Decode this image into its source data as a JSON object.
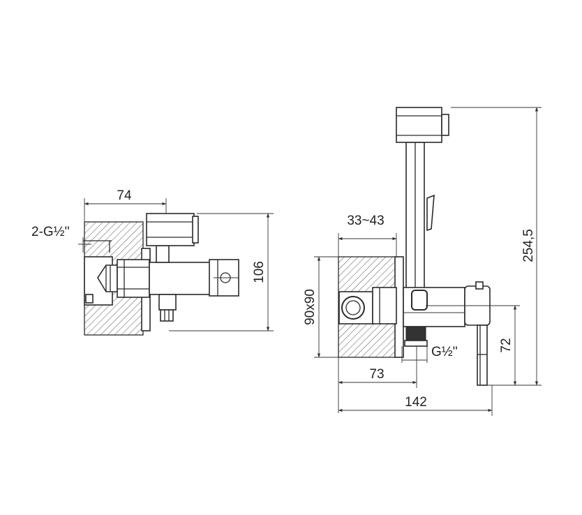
{
  "side_view": {
    "width_label": "74",
    "height_label": "106",
    "thread_label": "2-G½''"
  },
  "front_view": {
    "depth_label": "33~43",
    "plate_label": "90x90",
    "total_height_label": "254,5",
    "outlet_height_label": "72",
    "outlet_thread_label": "G½''",
    "outlet_offset_label": "73",
    "total_width_label": "142"
  }
}
